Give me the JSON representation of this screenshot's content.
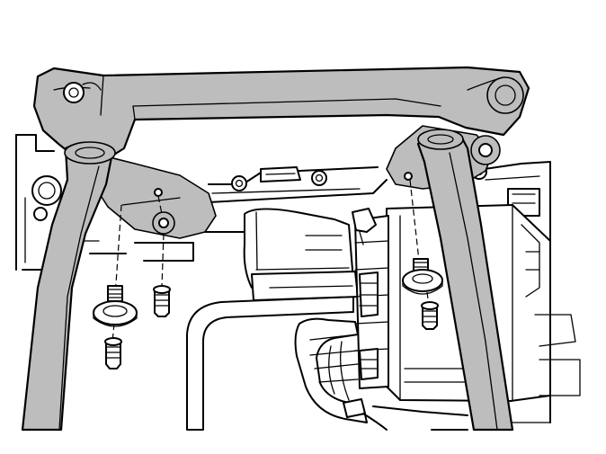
{
  "colors": {
    "background": "#ffffff",
    "line": "#000000",
    "highlight_shade": "#bdbdbd"
  },
  "components": [
    "mounting-bracket",
    "left-support-rod",
    "right-support-rod",
    "electronic-control-module",
    "wiring-harness",
    "electrical-connector",
    "left-fastener-stud",
    "left-bolt-inner",
    "left-bolt-outer",
    "right-fastener-stud",
    "right-bolt"
  ]
}
